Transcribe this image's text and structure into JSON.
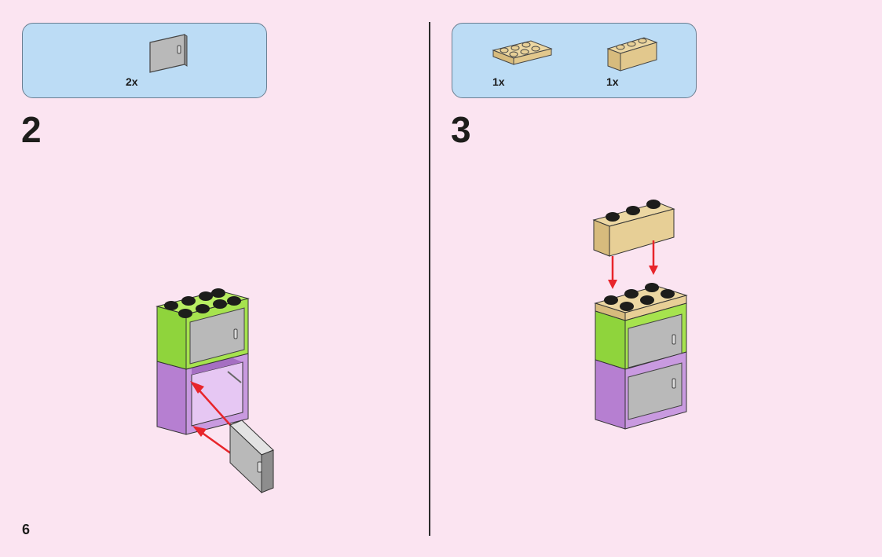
{
  "page": {
    "number": "6"
  },
  "steps": [
    {
      "number": "2",
      "parts": [
        {
          "name": "door-panel-light-gray",
          "qty": "2x"
        }
      ]
    },
    {
      "number": "3",
      "parts": [
        {
          "name": "plate-2x3-tan",
          "qty": "1x"
        },
        {
          "name": "brick-1x3-tan",
          "qty": "1x"
        }
      ]
    }
  ],
  "colors": {
    "background": "#fbe4f1",
    "parts_box": "#bcdcf5",
    "lime": "#8fd43c",
    "lavender": "#b67fd1",
    "tan": "#e7cf96",
    "gray": "#b7b7b7",
    "arrow": "#e8252b"
  }
}
